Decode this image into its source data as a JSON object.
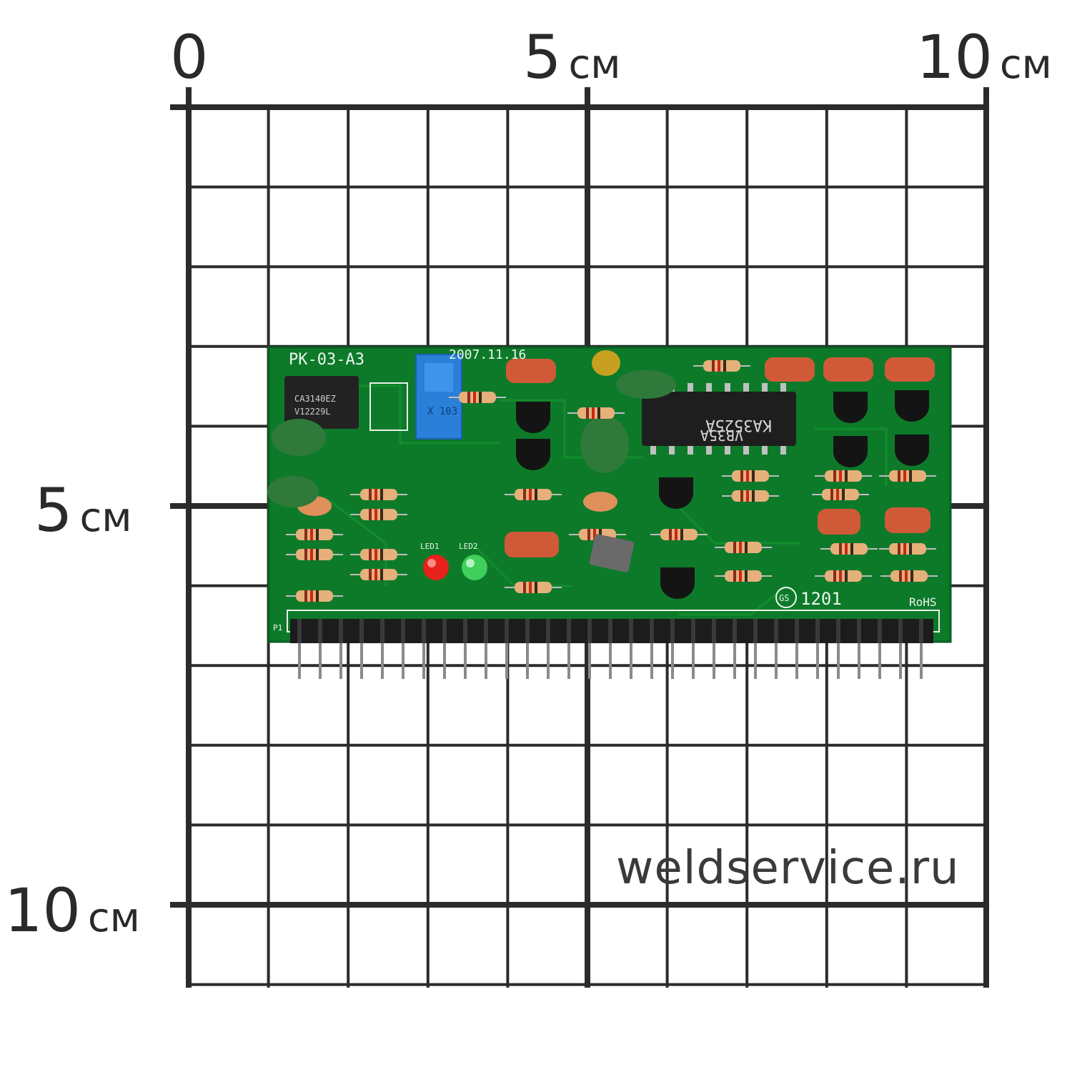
{
  "scale": {
    "unit": "см",
    "x_labels": [
      {
        "num": "0",
        "unit": ""
      },
      {
        "num": "5",
        "unit": "см"
      },
      {
        "num": "10",
        "unit": "см"
      }
    ],
    "y_labels": [
      {
        "num": "5",
        "unit": "см"
      },
      {
        "num": "10",
        "unit": "см"
      }
    ]
  },
  "board": {
    "model": "PK-03-A3",
    "date": "2007.11.16",
    "ic_main": {
      "line1": "KA3525A",
      "line2": "VB35A"
    },
    "ic_opamp": {
      "line1": "CA3140EZ",
      "line2": "V12229L"
    },
    "trimmer_marking": "X 103",
    "date_code": "1201",
    "gs_mark": "GS",
    "rohs": "RoHS",
    "connector": "P1",
    "led_labels": [
      "LED1",
      "LED2"
    ],
    "colors": {
      "pcb": "#0d7a2a",
      "capacitor": "#d05a38",
      "led_red": "#e8211a",
      "led_green": "#3fcf5a",
      "trimmer": "#2a7fd8"
    }
  },
  "watermark": "weldservice.ru"
}
